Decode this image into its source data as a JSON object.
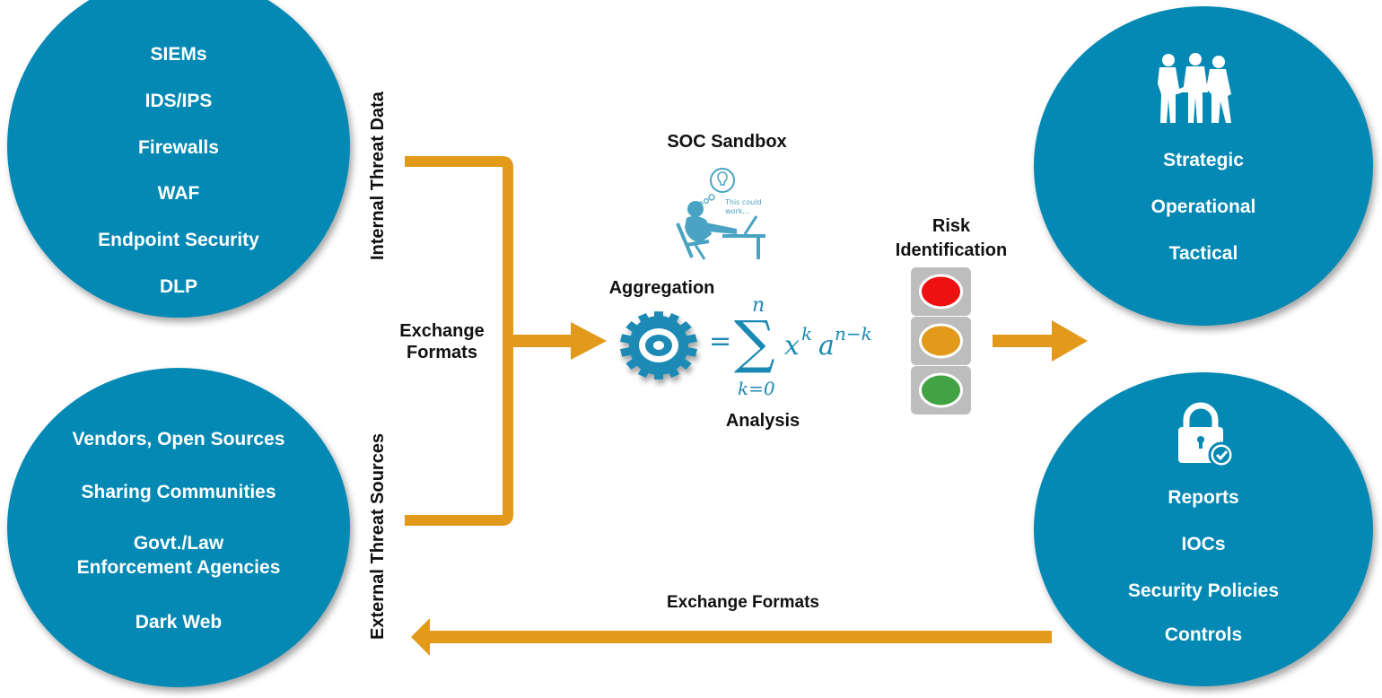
{
  "title": "Threat Intelligence Flow",
  "colors": {
    "circle": "#0389b4",
    "arrow": "#e39a1a",
    "text_dark": "#111111",
    "math": "#1a8ab5",
    "light_red": "#ee1111",
    "light_amber": "#e39a1a",
    "light_green": "#41a343",
    "light_housing": "#bdbdbd"
  },
  "internal_sources": {
    "label": "Internal Threat Data",
    "items": [
      "SIEMs",
      "IDS/IPS",
      "Firewalls",
      "WAF",
      "Endpoint Security",
      "DLP"
    ]
  },
  "external_sources": {
    "label": "External Threat Sources",
    "items": [
      "Vendors,  Open Sources",
      "Sharing Communities",
      "Govt./Law",
      "Enforcement Agencies",
      "Dark Web"
    ]
  },
  "exchange_formats_in": {
    "line1": "Exchange",
    "line2": "Formats"
  },
  "exchange_formats_out": "Exchange Formats",
  "sandbox": {
    "title": "SOC Sandbox",
    "thought_text_1": "This could",
    "thought_text_2": "work..."
  },
  "aggregation": "Aggregation",
  "analysis": "Analysis",
  "formula": {
    "equals": "=",
    "sigma": "∑",
    "upper": "n",
    "lower": "k=0",
    "term_base1": "x",
    "term_exp1": "k",
    "term_base2": "a",
    "term_exp2": "n−k"
  },
  "risk": {
    "line1": "Risk",
    "line2": "Identification",
    "lights": [
      "red",
      "amber",
      "green"
    ]
  },
  "intelligence_levels": {
    "items": [
      "Strategic",
      "Operational",
      "Tactical"
    ]
  },
  "outputs": {
    "items": [
      "Reports",
      "IOCs",
      "Security Policies",
      "Controls"
    ]
  },
  "icons": {
    "people": "people-group-icon",
    "lock": "lock-check-icon",
    "gear": "gear-icon",
    "analyst": "thinking-analyst-icon"
  }
}
